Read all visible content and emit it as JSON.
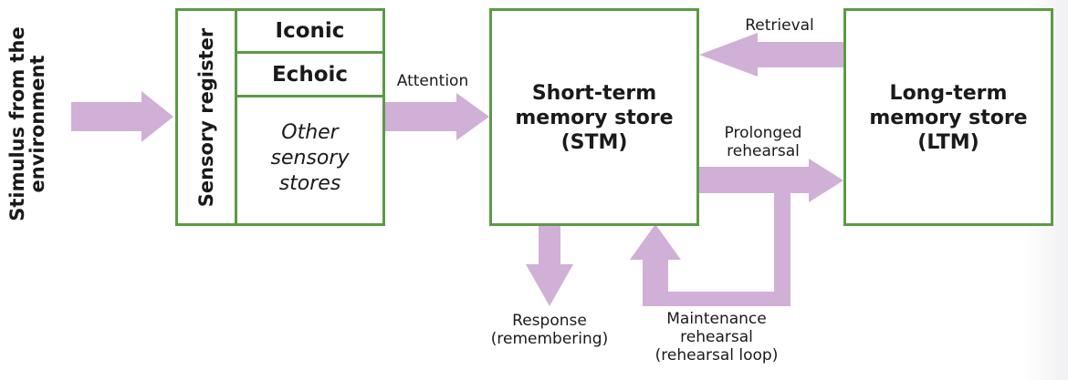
{
  "stimulus": {
    "line1": "Stimulus from the",
    "line2": "environment"
  },
  "sensory_register": {
    "title": "Sensory register",
    "iconic": "Iconic",
    "echoic": "Echoic",
    "other_line1": "Other",
    "other_line2": "sensory",
    "other_line3": "stores"
  },
  "attention": "Attention",
  "stm": {
    "line1": "Short-term",
    "line2": "memory store",
    "line3": "(STM)"
  },
  "ltm": {
    "line1": "Long-term",
    "line2": "memory store",
    "line3": "(LTM)"
  },
  "retrieval": "Retrieval",
  "prolonged": {
    "line1": "Prolonged",
    "line2": "rehearsal"
  },
  "response": {
    "line1": "Response",
    "line2": "(remembering)"
  },
  "maintenance": {
    "line1": "Maintenance",
    "line2": "rehearsal",
    "line3": "(rehearsal loop)"
  },
  "colors": {
    "arrow": "#d0b0d6",
    "border": "#5c9a45"
  }
}
